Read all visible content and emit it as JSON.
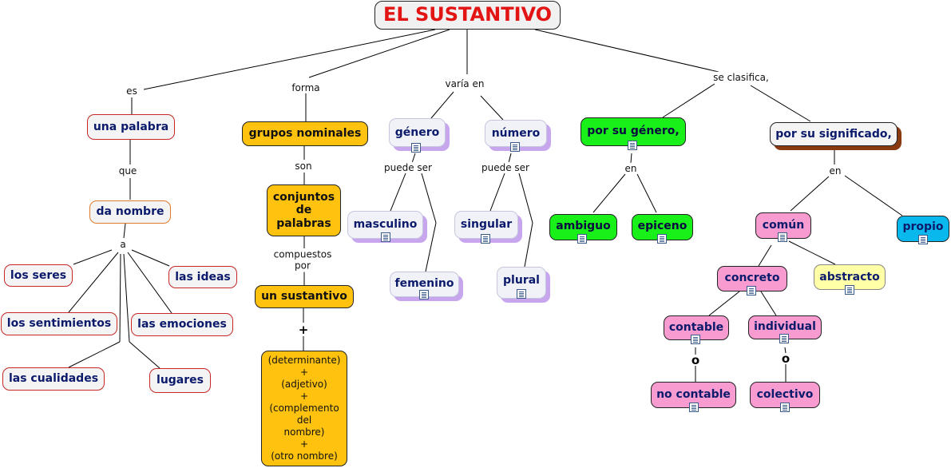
{
  "title": "EL SUSTANTIVO",
  "nodes": {
    "una_palabra": "una palabra",
    "da_nombre": "da nombre",
    "los_seres": "los seres",
    "las_ideas": "las ideas",
    "los_sentimientos": "los sentimientos",
    "las_emociones": "las emociones",
    "las_cualidades": "las cualidades",
    "lugares": "lugares",
    "grupos_nominales": "grupos nominales",
    "conjuntos": [
      "conjuntos",
      "de",
      "palabras"
    ],
    "un_sustantivo": "un sustantivo",
    "estructura": [
      "(determinante)",
      "+",
      "(adjetivo)",
      "+",
      "(complemento",
      "del",
      "nombre)",
      "+",
      "(otro nombre)"
    ],
    "genero": "género",
    "numero": "número",
    "masculino": "masculino",
    "femenino": "femenino",
    "singular": "singular",
    "plural": "plural",
    "por_su_genero": "por su género,",
    "por_su_significado": "por su significado,",
    "ambiguo": "ambiguo",
    "epiceno": "epiceno",
    "comun": "común",
    "propio": "propio",
    "concreto": "concreto",
    "abstracto": "abstracto",
    "contable": "contable",
    "individual": "individual",
    "no_contable": "no contable",
    "colectivo": "colectivo"
  },
  "links": {
    "es": "es",
    "forma": "forma",
    "varia_en": "varía en",
    "se_clasifica": "se clasifica,",
    "que": "que",
    "a": "a",
    "son": "son",
    "compuestos_por": [
      "compuestos",
      "por"
    ],
    "plus": "+",
    "puede_ser_1": "puede ser",
    "puede_ser_2": "puede ser",
    "en_1": "en",
    "en_2": "en",
    "o_1": "o",
    "o_2": "o"
  },
  "icons": {
    "resource": "document-icon"
  },
  "colors": {
    "title_text": "#e31414",
    "yellow_node": "#ffc20e",
    "green_node": "#19f019",
    "pink_node": "#f79bd0",
    "cream_node": "#ffffa8",
    "cyan_node": "#09b9ee",
    "node_text": "#0b1a6b"
  }
}
